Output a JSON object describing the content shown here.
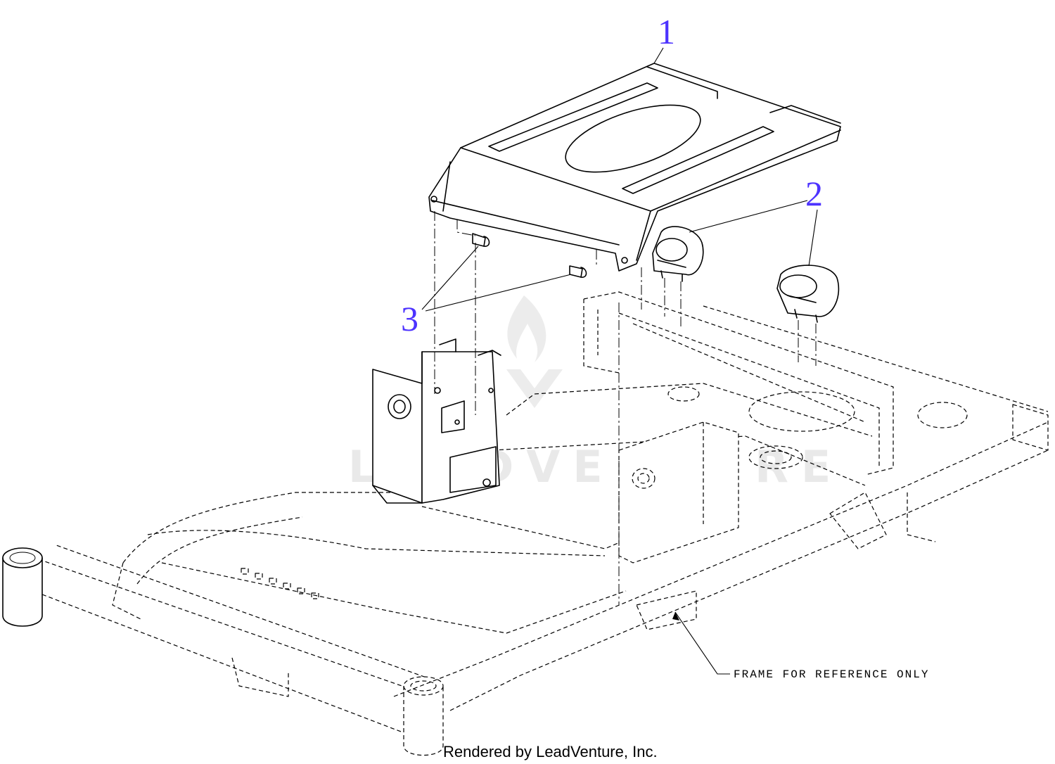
{
  "diagram": {
    "callouts": [
      {
        "label": "1",
        "part": "seat-pan"
      },
      {
        "label": "2",
        "part": "bumper"
      },
      {
        "label": "3",
        "part": "bolt"
      }
    ],
    "note": "FRAME FOR REFERENCE ONLY",
    "credit": "Rendered by LeadVenture, Inc.",
    "watermark": "LEADVENTURE",
    "colors": {
      "callout": "#4d33ff",
      "line": "#000000",
      "watermark": "#e9e9e9"
    }
  }
}
